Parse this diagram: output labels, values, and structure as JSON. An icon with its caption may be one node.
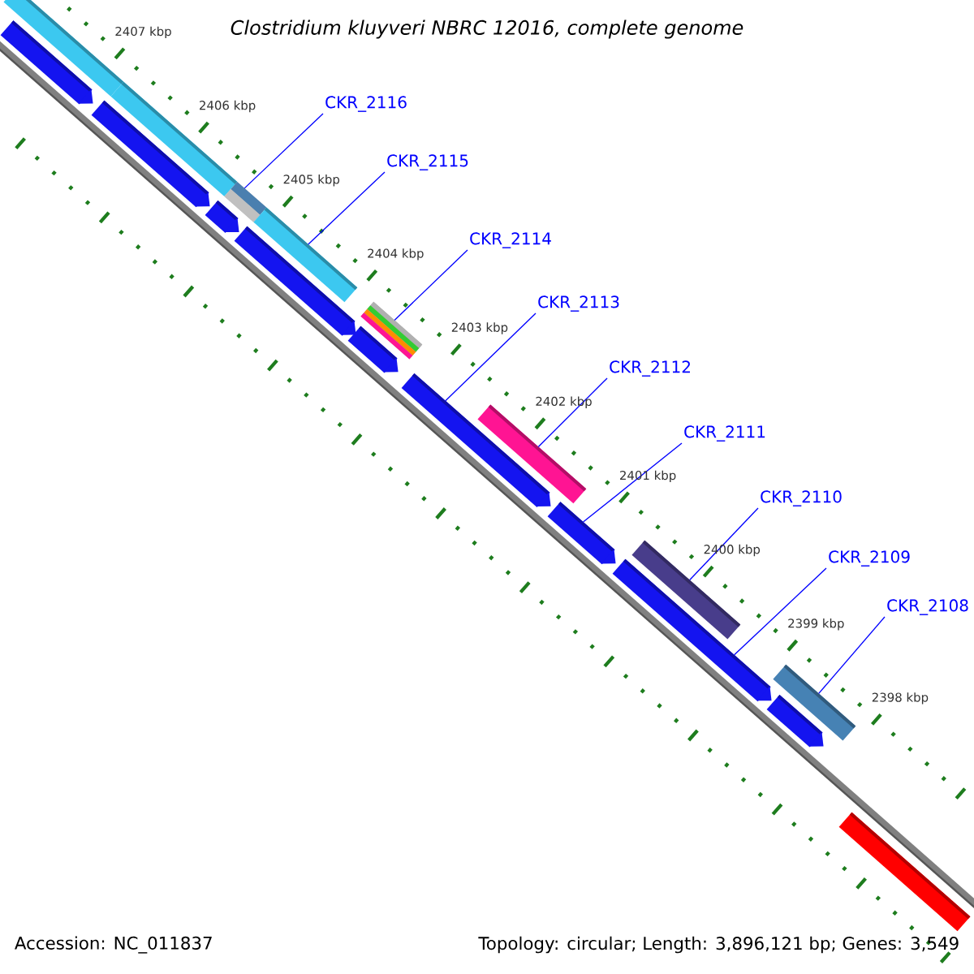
{
  "diagram": {
    "title": "Clostridium kluyveri NBRC 12016, complete genome",
    "nodes": [
      {
        "text": [],
        "shape": "arrow"
      },
      {
        "text": [],
        "shape": "bar"
      },
      {
        "text": [],
        "shape": "bar"
      },
      {
        "text": [],
        "shape": "arrow"
      },
      {
        "text": [],
        "shape": "arrow"
      },
      {
        "text": [],
        "shape": "bar"
      },
      {
        "text": [],
        "shape": "arrow"
      },
      {
        "text": [],
        "shape": "bar"
      },
      {
        "text": [],
        "shape": "bar"
      },
      {
        "text": [],
        "shape": "arrow"
      },
      {
        "text": [],
        "shape": "arrow"
      },
      {
        "text": [],
        "shape": "bar"
      },
      {
        "text": [],
        "shape": "arrow"
      },
      {
        "text": [],
        "shape": "bar"
      },
      {
        "text": [],
        "shape": "arrow"
      },
      {
        "text": [],
        "shape": "bar"
      },
      {
        "text": [],
        "shape": "arrow"
      },
      {
        "text": [],
        "shape": "bar"
      },
      {
        "text": [
          "CKR_2116"
        ]
      },
      {
        "text": [
          "CKR_2115"
        ]
      },
      {
        "text": [
          "CKR_2114"
        ]
      },
      {
        "text": [
          "CKR_2113"
        ]
      },
      {
        "text": [
          "CKR_2112"
        ]
      },
      {
        "text": [
          "CKR_2111"
        ]
      },
      {
        "text": [
          "CKR_2110"
        ]
      },
      {
        "text": [
          "CKR_2109"
        ]
      },
      {
        "text": [
          "CKR_2108"
        ]
      }
    ],
    "edges": [
      {
        "from": 18,
        "to": 5,
        "arrow": "none"
      },
      {
        "from": 19,
        "to": 7,
        "arrow": "none"
      },
      {
        "from": 20,
        "to": 8,
        "arrow": "none"
      },
      {
        "from": 21,
        "to": 10,
        "arrow": "none"
      },
      {
        "from": 22,
        "to": 11,
        "arrow": "none"
      },
      {
        "from": 23,
        "to": 12,
        "arrow": "none"
      },
      {
        "from": 24,
        "to": 13,
        "arrow": "none"
      },
      {
        "from": 25,
        "to": 14,
        "arrow": "none"
      },
      {
        "from": 26,
        "to": 15,
        "arrow": "none"
      }
    ],
    "labels": [
      "2407 kbp",
      "2406 kbp",
      "2405 kbp",
      "2404 kbp",
      "2403 kbp",
      "2402 kbp",
      "2401 kbp",
      "2400 kbp",
      "2399 kbp",
      "2398 kbp",
      "Accession: NC_011837",
      "Topology: circular; Length: 3,896,121 bp; Genes: 3,549"
    ]
  }
}
